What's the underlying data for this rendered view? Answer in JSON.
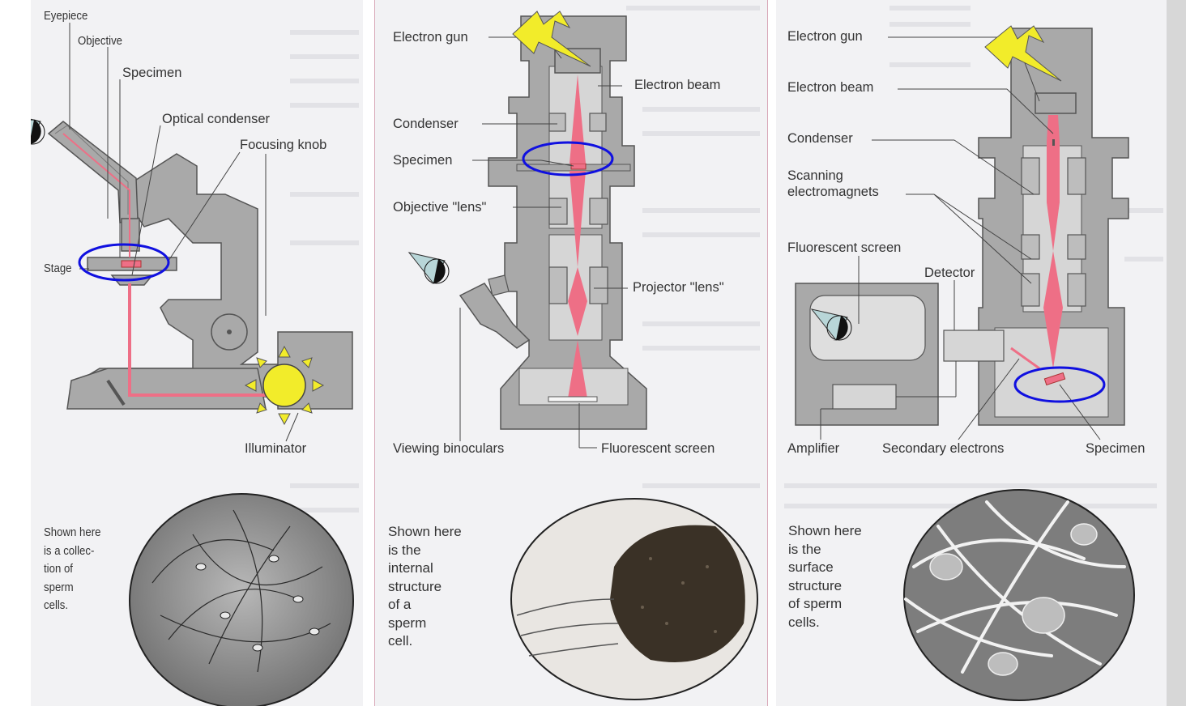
{
  "light_microscope": {
    "labels": {
      "eyepiece": "Eyepiece",
      "objective": "Objective",
      "specimen": "Specimen",
      "optical_condenser": "Optical condenser",
      "focusing_knob": "Focusing knob",
      "stage": "Stage",
      "illuminator": "Illuminator"
    },
    "caption": "Shown here\nis a collec-\ntion of\nsperm\ncells."
  },
  "transmission_em": {
    "labels": {
      "electron_gun": "Electron gun",
      "electron_beam": "Electron beam",
      "condenser": "Condenser",
      "specimen": "Specimen",
      "objective_lens": "Objective \"lens\"",
      "projector_lens": "Projector \"lens\"",
      "viewing_binoculars": "Viewing binoculars",
      "fluorescent_screen": "Fluorescent screen"
    },
    "caption": "Shown here\nis the\ninternal\nstructure\nof a\nsperm\ncell."
  },
  "scanning_em": {
    "labels": {
      "electron_gun": "Electron gun",
      "electron_beam": "Electron beam",
      "condenser": "Condenser",
      "scanning_electromagnets_1": "Scanning",
      "scanning_electromagnets_2": "electromagnets",
      "fluorescent_screen": "Fluorescent screen",
      "detector": "Detector",
      "amplifier": "Amplifier",
      "secondary_electrons": "Secondary electrons",
      "specimen": "Specimen"
    },
    "caption": "Shown here\nis the\nsurface\nstructure\nof sperm\ncells."
  },
  "colors": {
    "body_gray": "#a9a9a9",
    "beam_pink": "#ee6f86",
    "highlight_blue": "#1010e0",
    "lightning_yellow": "#f2ec2a",
    "eye_teal": "#b8d6d8"
  }
}
